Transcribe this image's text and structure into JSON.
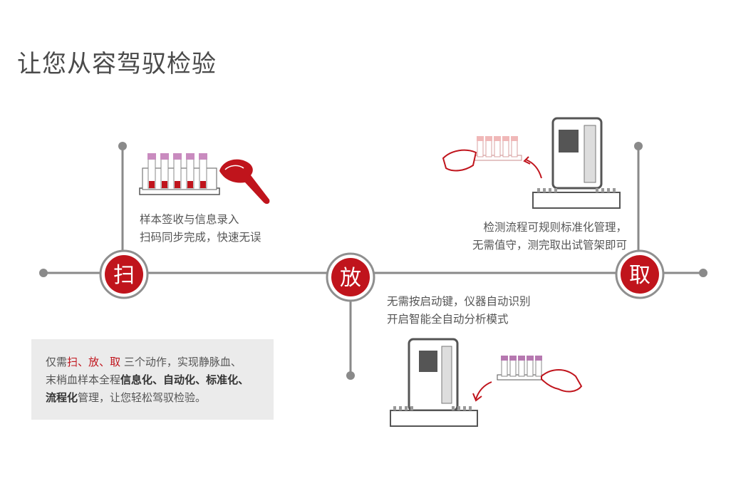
{
  "title": "让您从容驾驭检验",
  "steps": [
    {
      "char": "扫",
      "line1": "样本签收与信息录入",
      "line2": "扫码同步完成，快速无误"
    },
    {
      "char": "放",
      "line1": "无需按启动键，仪器自动识别",
      "line2": "开启智能全自动分析模式"
    },
    {
      "char": "取",
      "line1": "检测流程可规则标准化管理，",
      "line2": "无需值守，测完取出试管架即可"
    }
  ],
  "summary": {
    "prefix": "仅需",
    "act1": "扫",
    "sep1": "、",
    "act2": "放",
    "sep2": "、",
    "act3": "取",
    "line1_rest": " 三个动作，实现静脉血、",
    "line2_pre": "末梢血样本全程",
    "kw1": "信息化",
    "sep3": "、",
    "kw2": "自动化",
    "sep4": "、",
    "kw3": "标准化",
    "sep5": "、",
    "kw4": "流程化",
    "line3_rest": "管理，让您轻松驾驭检验。"
  },
  "colors": {
    "accent": "#c0141c",
    "line": "#8a8a8a",
    "ring": "#8f8f8f",
    "box": "#ebebeb"
  }
}
